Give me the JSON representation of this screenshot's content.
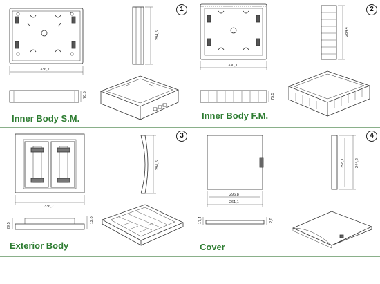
{
  "panels": [
    {
      "number": "1",
      "title": "Inner Body S.M.",
      "dims": [
        "336,7",
        "294,5",
        "76,5"
      ]
    },
    {
      "number": "2",
      "title": "Inner Body F.M.",
      "dims": [
        "330,1",
        "284,4",
        "75,5"
      ]
    },
    {
      "number": "3",
      "title": "Exterior Body",
      "dims": [
        "336,7",
        "294,5",
        "29,5",
        "12,0"
      ]
    },
    {
      "number": "4",
      "title": "Cover",
      "dims": [
        "296,8",
        "261,1",
        "298,1",
        "244,2",
        "17,4",
        "2,0"
      ]
    }
  ]
}
